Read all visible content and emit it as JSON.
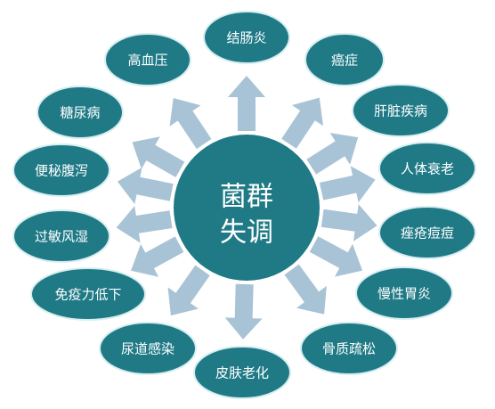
{
  "center": {
    "line1": "菌群",
    "line2": "失调"
  },
  "nodes": [
    {
      "id": "colitis",
      "label": "结肠炎"
    },
    {
      "id": "cancer",
      "label": "癌症"
    },
    {
      "id": "liver-disease",
      "label": "肝脏疾病"
    },
    {
      "id": "aging",
      "label": "人体衰老"
    },
    {
      "id": "acne",
      "label": "痤疮痘痘"
    },
    {
      "id": "gastritis",
      "label": "慢性胃炎"
    },
    {
      "id": "osteoporosis",
      "label": "骨质疏松"
    },
    {
      "id": "skin-aging",
      "label": "皮肤老化"
    },
    {
      "id": "uti",
      "label": "尿道感染"
    },
    {
      "id": "low-immunity",
      "label": "免疫力低下"
    },
    {
      "id": "allergy",
      "label": "过敏风湿"
    },
    {
      "id": "constipation",
      "label": "便秘腹泻"
    },
    {
      "id": "diabetes",
      "label": "糖尿病"
    },
    {
      "id": "hypertension",
      "label": "高血压"
    }
  ],
  "colors": {
    "node_fill": "#1f7a86",
    "node_stroke": "#d7eef0",
    "center_fill": "#1f7a86",
    "arrow_fill": "#a9c3d6",
    "text": "#ffffff"
  }
}
